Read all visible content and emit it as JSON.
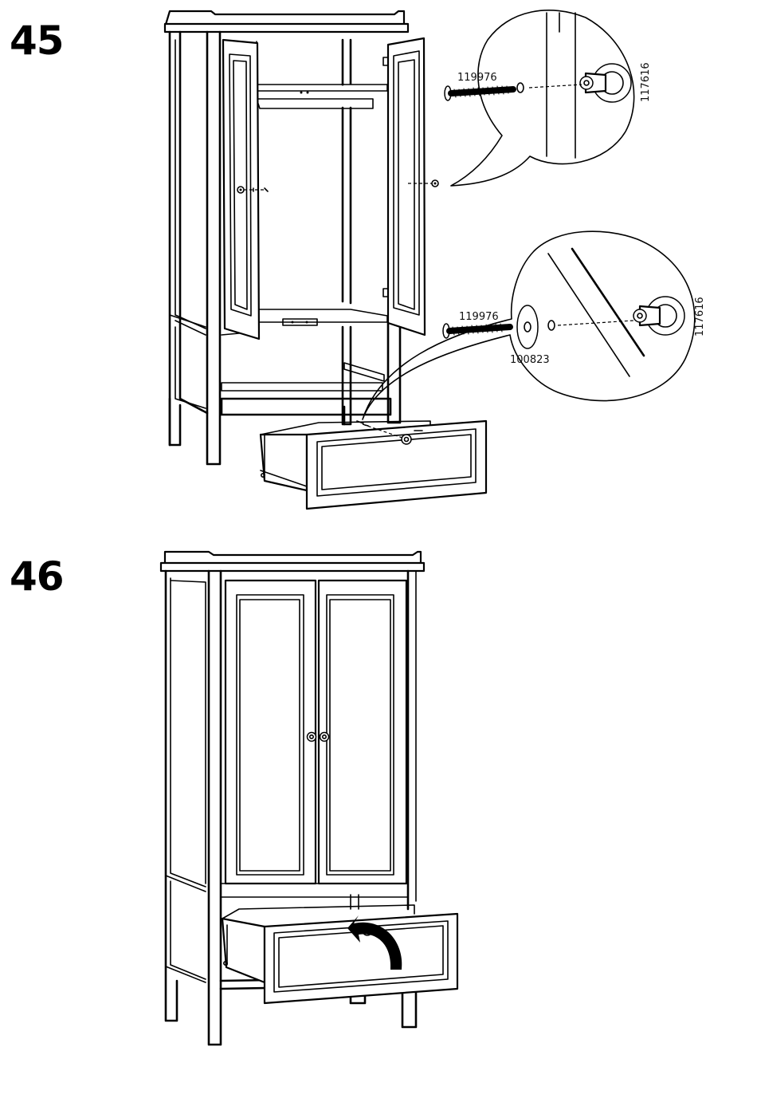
{
  "steps": [
    {
      "number": "45",
      "callouts": {
        "top_screw": "119976",
        "top_knob": "117616",
        "bottom_screw": "119976",
        "bottom_washer": "100823",
        "bottom_knob": "117616"
      }
    },
    {
      "number": "46"
    }
  ]
}
